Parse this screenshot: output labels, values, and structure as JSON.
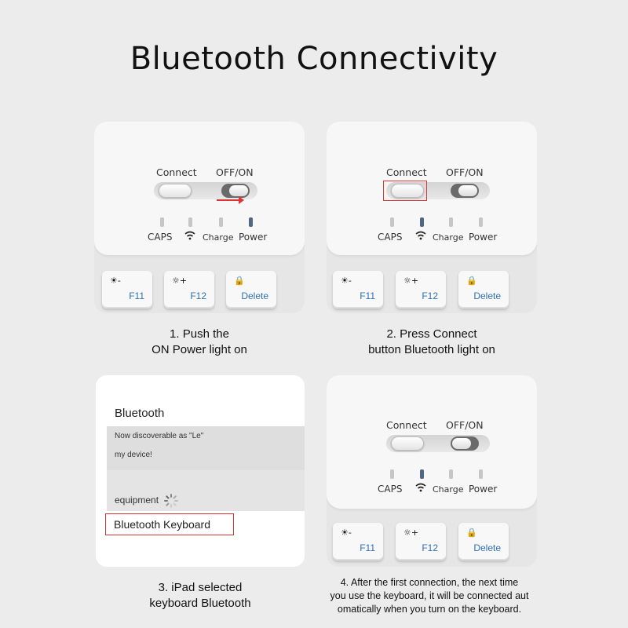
{
  "title": "Bluetooth Connectivity",
  "keyboard_labels": {
    "connect": "Connect",
    "off_on": "OFF/ON",
    "caps": "CAPS",
    "charge": "Charge",
    "power": "Power",
    "wifi_icon": "wifi-icon"
  },
  "keys": [
    {
      "icon": "brightness-down-icon",
      "symbol": "☀-",
      "label": "F11"
    },
    {
      "icon": "brightness-up-icon",
      "symbol": "☼+",
      "label": "F12"
    },
    {
      "icon": "lock-icon",
      "symbol": "🔒",
      "label": "Delete"
    }
  ],
  "steps": [
    {
      "caption_line1": "1. Push the",
      "caption_line2": "ON Power light on"
    },
    {
      "caption_line1": "2. Press Connect",
      "caption_line2": "button Bluetooth light on"
    },
    {
      "caption_line1": "3. iPad selected",
      "caption_line2": "keyboard Bluetooth"
    },
    {
      "caption_line1": "4. After the first connection, the next time",
      "caption_line2": "you use the keyboard, it will be connected aut",
      "caption_line3": "omatically when you turn on the keyboard."
    }
  ],
  "settings": {
    "title": "Bluetooth",
    "discoverable": "Now discoverable as \"Le\"",
    "device": "my device!",
    "equipment": "equipment",
    "keyboard": "Bluetooth Keyboard"
  },
  "colors": {
    "highlight": "#dd3333",
    "led_on": "#4e6782",
    "fn_text": "#2f6fb5"
  }
}
